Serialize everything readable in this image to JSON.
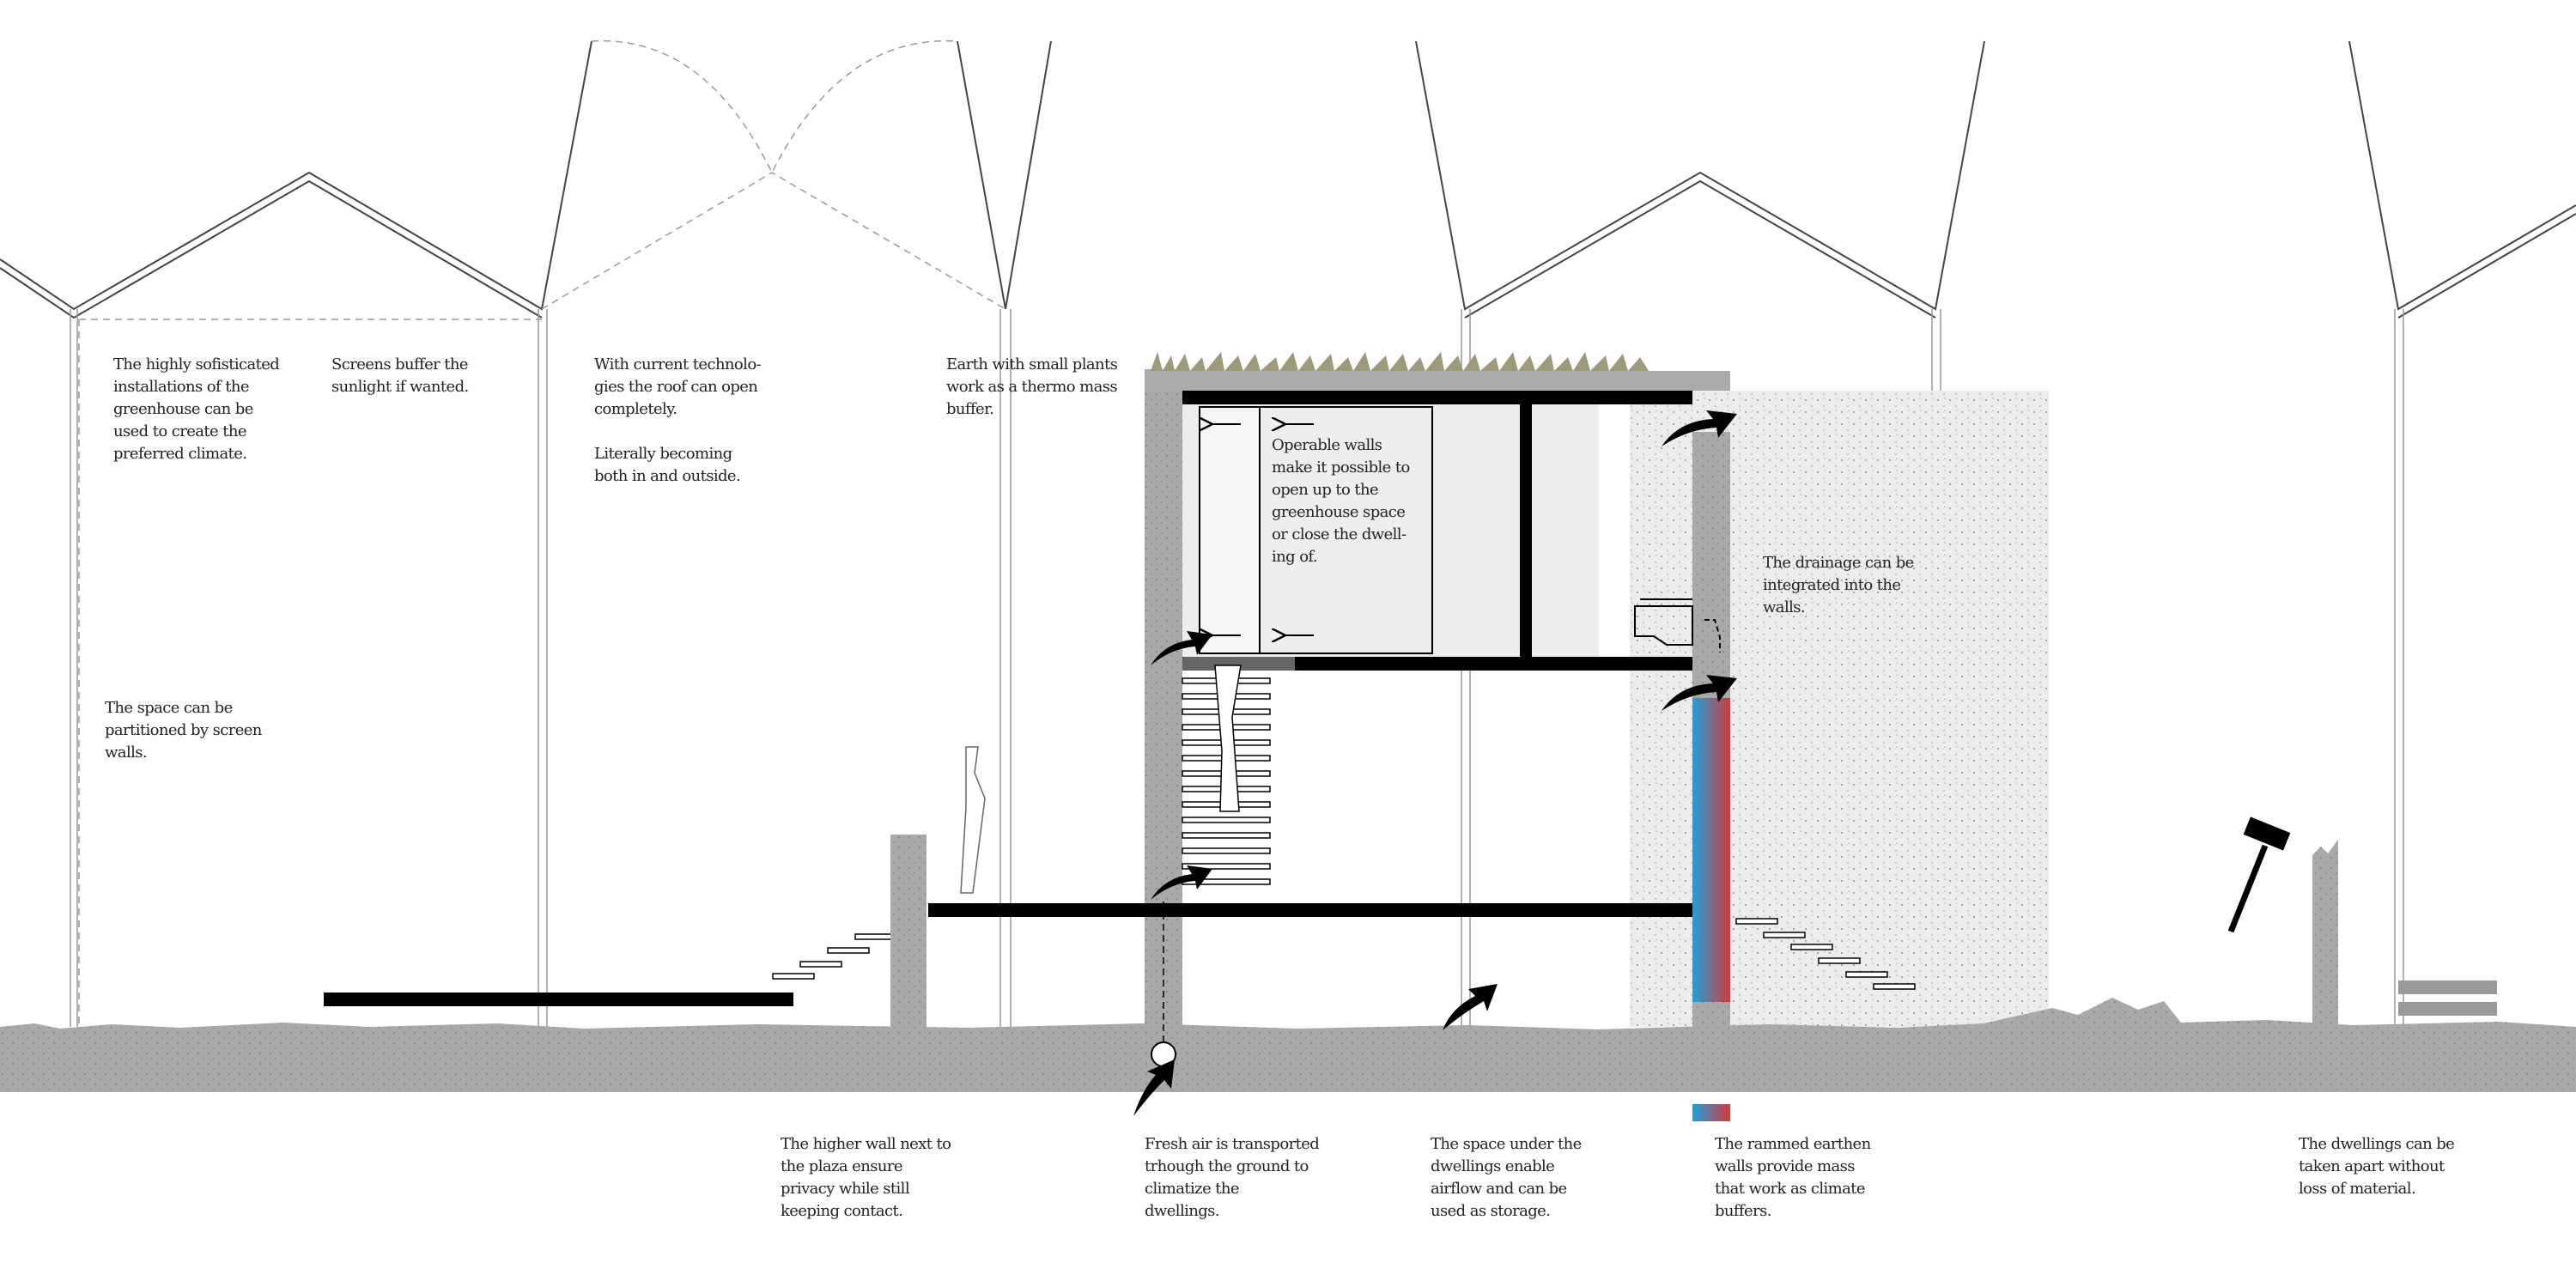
{
  "annotations": {
    "installations": "The highly sofisticated\ninstallations of the\ngreenhouse can be\nused to create the\npreferred climate.",
    "screens": "Screens buffer the\nsunlight if wanted.",
    "roof_open": "With current technolo-\ngies the roof can open\ncompletely.\n\nLiterally becoming\nboth in and outside.",
    "earth_plants": "Earth with small plants\nwork as a thermo mass\nbuffer.",
    "operable_walls": "Operable walls\nmake it possible to\nopen up to the\ngreenhouse space\nor close the dwell-\ning of.",
    "drainage": "The drainage can be\nintegrated into the\nwalls.",
    "partitioned": "The space can be\npartitioned by screen\nwalls.",
    "higher_wall": "The higher wall next to\nthe plaza ensure\nprivacy while still\nkeeping contact.",
    "fresh_air": "Fresh air is transported\ntrhough the ground to\nclimatize the\ndwellings.",
    "space_under": "The space under the\ndwellings enable\nairflow and can be\nused as storage.",
    "rammed_earth": "The rammed earthen\nwalls provide mass\nthat work as climate\nbuffers.",
    "taken_apart": "The dwellings can be\ntaken apart without\nloss of material."
  },
  "colors": {
    "ground": "#a9a9a9",
    "rammed_earth": "#ececec",
    "slab": "#000000",
    "warm": "#d23a3a",
    "cool": "#1ea0dc"
  }
}
